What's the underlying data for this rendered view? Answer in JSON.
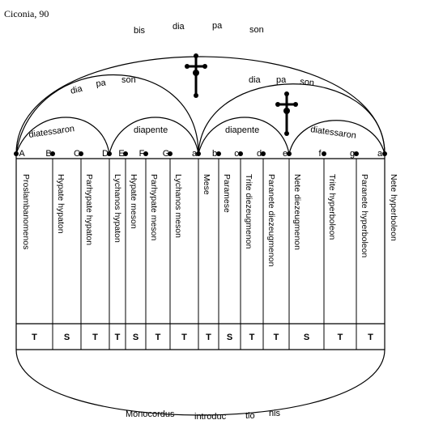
{
  "caption": "Ciconia, 90",
  "arcs": {
    "outer_top": [
      "bis",
      "dia",
      "pa",
      "son"
    ],
    "left_diapason": [
      "dia",
      "pa",
      "son"
    ],
    "right_diapason": [
      "dia",
      "pa",
      "son"
    ],
    "lower": [
      "diatessaron",
      "diapente",
      "diapente",
      "diatessaron"
    ],
    "bottom": [
      "Monocordus",
      "introduc",
      "tio",
      "nis"
    ]
  },
  "letters": [
    "A",
    "B",
    "C",
    "D",
    "E",
    "F",
    "G",
    "a",
    "b",
    "c",
    "d",
    "e",
    "f",
    "g",
    "a"
  ],
  "notes": [
    "Proslambanomenos",
    "Hypate hypaton",
    "Parhypate hypaton",
    "Lychanos hypaton",
    "Hypate meson",
    "Parhypate meson",
    "Lychanos meson",
    "Mese",
    "Paramese",
    "Trite diezeugmenon",
    "Paranete diezeugmenon",
    "Nete diezeugmenon",
    "Trite hyperboleon",
    "Paranete hyperboleon",
    "Nete hyperboleon"
  ],
  "intervals": [
    "T",
    "S",
    "T",
    "T",
    "S",
    "T",
    "T",
    "T",
    "S",
    "T",
    "T",
    "S",
    "T",
    "T"
  ],
  "icons": [
    "cross-icon",
    "cross-icon"
  ]
}
